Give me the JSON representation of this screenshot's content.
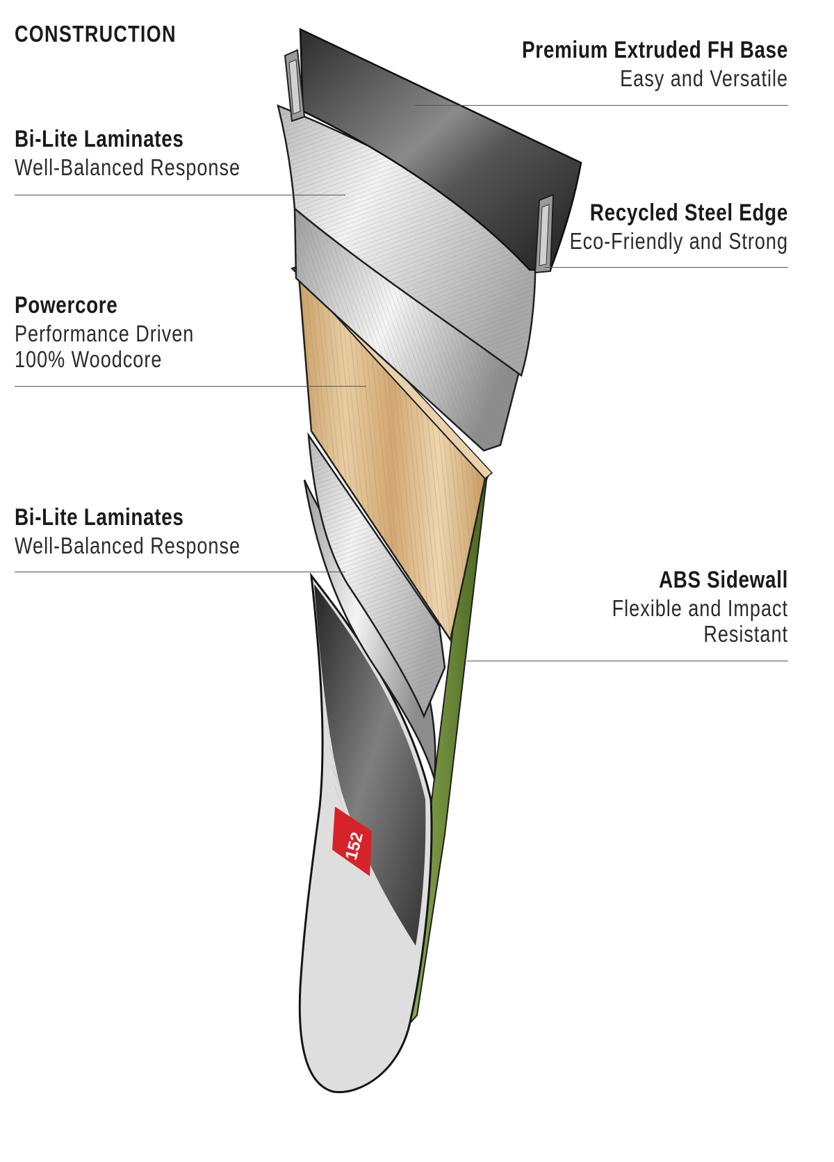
{
  "header": {
    "title": "CONSTRUCTION"
  },
  "layers": [
    {
      "heading": "Premium Extruded FH Base",
      "description": "Easy and Versatile"
    },
    {
      "heading": "Bi-Lite Laminates",
      "description": "Well-Balanced Response"
    },
    {
      "heading": "Recycled Steel Edge",
      "description": "Eco-Friendly and Strong"
    },
    {
      "heading": "Powercore",
      "description": "Performance Driven\n100% Woodcore"
    },
    {
      "heading": "Bi-Lite Laminates",
      "description": "Well-Balanced Response"
    },
    {
      "heading": "ABS Sidewall",
      "description": "Flexible and Impact\nResistant"
    }
  ],
  "board": {
    "size_label": "152"
  },
  "colors": {
    "base": "#3a3a3a",
    "laminate": "#d9d9d9",
    "woodcore": "#d8b98a",
    "sidewall": "#7c9a45",
    "topsheet": "#dcdcdc",
    "accent_red": "#d6232a",
    "line": "#555555"
  }
}
